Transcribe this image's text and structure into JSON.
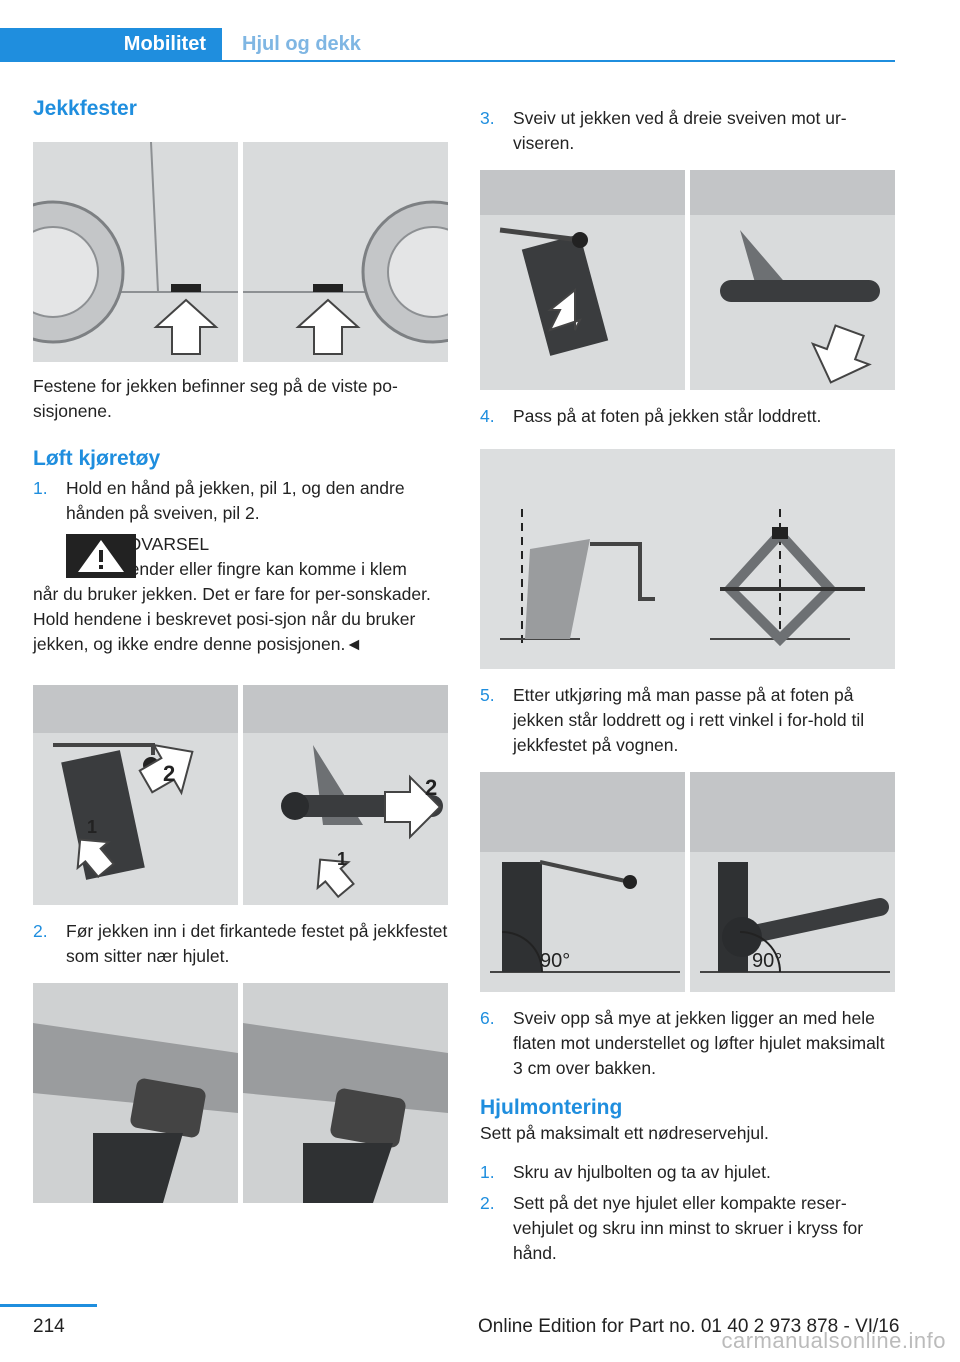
{
  "header": {
    "section": "Mobilitet",
    "chapter": "Hjul og dekk"
  },
  "left": {
    "title_jack_points": "Jekkfester",
    "caption_jack_points": "Festene for jekken befinner seg på de viste po-sisjonene.",
    "title_lift": "Løft kjøretøy",
    "steps": [
      {
        "num": "1.",
        "text": "Hold en hånd på jekken, pil 1, og den andre hånden på sveiven, pil 2."
      },
      {
        "num": "2.",
        "text": "Før jekken inn i det firkantede festet på jekkfestet som sitter nær hjulet."
      }
    ],
    "warning": {
      "title": "ADVARSEL",
      "line1": "Hender eller fingre kan komme i klem",
      "rest": "når du bruker jekken. Det er fare for per-sonskader. Hold hendene i beskrevet posi-sjon når du bruker jekken, og ikke endre denne posisjonen.◄"
    },
    "fig_labels": {
      "arrow1": "1",
      "arrow2": "2"
    }
  },
  "right": {
    "steps": [
      {
        "num": "3.",
        "text": "Sveiv ut jekken ved å dreie sveiven mot ur-viseren."
      },
      {
        "num": "4.",
        "text": "Pass på at foten på jekken står loddrett."
      },
      {
        "num": "5.",
        "text": "Etter utkjøring må man passe på at foten på jekken står loddrett og i rett vinkel i for-hold til jekkfestet på vognen."
      },
      {
        "num": "6.",
        "text": "Sveiv opp så mye at jekken ligger an med hele flaten mot understellet og løfter hjulet maksimalt 3 cm over bakken."
      }
    ],
    "angle_label": "90°",
    "title_mount": "Hjulmontering",
    "mount_intro": "Sett på maksimalt ett nødreservehjul.",
    "mount_steps": [
      {
        "num": "1.",
        "text": "Skru av hjulbolten og ta av hjulet."
      },
      {
        "num": "2.",
        "text": "Sett på det nye hjulet eller kompakte reser-vehjulet og skru inn minst to skruer i kryss for hånd."
      }
    ]
  },
  "footer": {
    "page": "214",
    "edition": "Online Edition for Part no. 01 40 2 973 878 - VI/16",
    "watermark": "carmanualsonline.info"
  },
  "colors": {
    "accent": "#1f8ede",
    "figure_bg": "#d7d9da"
  }
}
